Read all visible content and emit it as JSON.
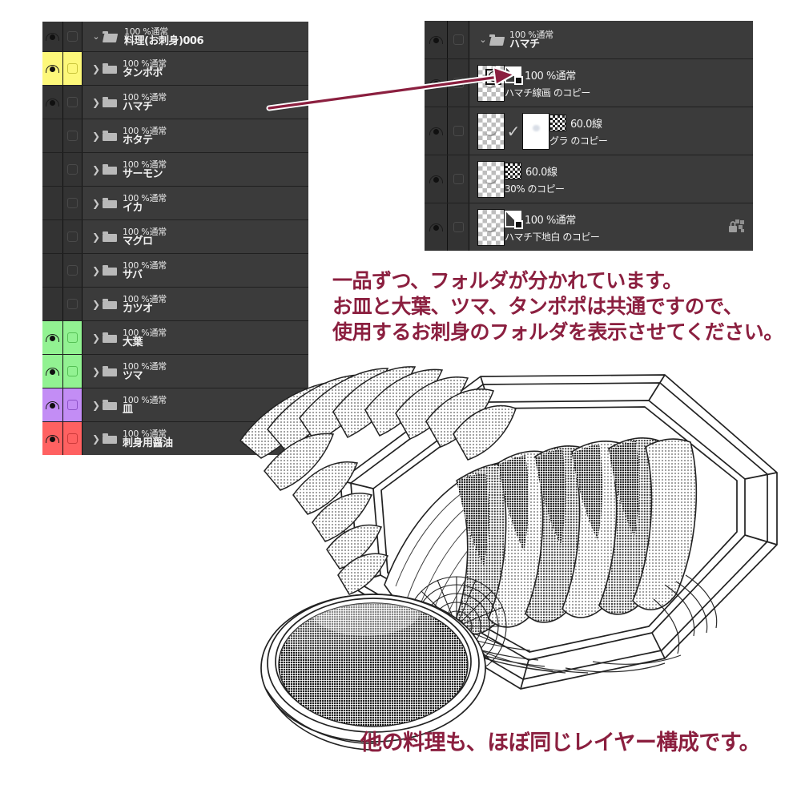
{
  "left_panel": {
    "name": "layer-panel-left",
    "header": {
      "blend": "100 %通常",
      "label": "料理(お刺身)006",
      "twisty": "⌄",
      "visible": true,
      "highlight": null
    },
    "rows": [
      {
        "blend": "100 %通常",
        "label": "タンポポ",
        "visible": true,
        "highlight": "yellow"
      },
      {
        "blend": "100 %通常",
        "label": "ハマチ",
        "visible": true,
        "highlight": null
      },
      {
        "blend": "100 %通常",
        "label": "ホタテ",
        "visible": false,
        "highlight": null
      },
      {
        "blend": "100 %通常",
        "label": "サーモン",
        "visible": false,
        "highlight": null
      },
      {
        "blend": "100 %通常",
        "label": "イカ",
        "visible": false,
        "highlight": null
      },
      {
        "blend": "100 %通常",
        "label": "マグロ",
        "visible": false,
        "highlight": null
      },
      {
        "blend": "100 %通常",
        "label": "サバ",
        "visible": false,
        "highlight": null
      },
      {
        "blend": "100 %通常",
        "label": "カツオ",
        "visible": false,
        "highlight": null
      },
      {
        "blend": "100 %通常",
        "label": "大葉",
        "visible": true,
        "highlight": "green"
      },
      {
        "blend": "100 %通常",
        "label": "ツマ",
        "visible": true,
        "highlight": "green"
      },
      {
        "blend": "100 %通常",
        "label": "皿",
        "visible": true,
        "highlight": "purple"
      },
      {
        "blend": "100 %通常",
        "label": "刺身用醤油",
        "visible": true,
        "highlight": "red"
      }
    ]
  },
  "right_panel": {
    "name": "layer-panel-right",
    "header": {
      "blend": "100 %通常",
      "label": "ハマチ",
      "twisty": "⌄",
      "visible": true
    },
    "rows": [
      {
        "mode": "100 %通常",
        "label": "ハマチ線画 のコピー",
        "visible": true,
        "has_mesh_icon": true,
        "has_blendmode_icon": true,
        "has_tone_icon": false,
        "has_mask": false,
        "has_check": false,
        "has_lock": false
      },
      {
        "mode": "60.0線",
        "label": "グラ のコピー",
        "visible": true,
        "has_mesh_icon": false,
        "has_blendmode_icon": false,
        "has_tone_icon": true,
        "has_mask": true,
        "has_check": true,
        "has_lock": false
      },
      {
        "mode": "60.0線",
        "label": "30% のコピー",
        "visible": true,
        "has_mesh_icon": false,
        "has_blendmode_icon": false,
        "has_tone_icon": true,
        "has_mask": false,
        "has_check": false,
        "has_lock": false
      },
      {
        "mode": "100 %通常",
        "label": "ハマチ下地白 のコピー",
        "visible": true,
        "has_mesh_icon": false,
        "has_blendmode_icon": true,
        "has_tone_icon": false,
        "has_mask": false,
        "has_check": false,
        "has_lock": true
      }
    ]
  },
  "annotations": {
    "block": [
      "一品ずつ、フォルダが分かれています。",
      "お皿と大葉、ツマ、タンポポは共通ですので、",
      "使用するお刺身のフォルダを表示させてください。"
    ],
    "bottom": "他の料理も、ほぼ同じレイヤー構成です。",
    "color": "#8b1f3f"
  },
  "illustration": {
    "name": "sashimi-plate-lineart",
    "caption": "お刺身の盛り合わせと醤油皿の線画"
  },
  "colors": {
    "panel_bg": "#3b3b3b",
    "column_bg": "#333333",
    "row_divider": "#202020",
    "text": "#f0f0f0",
    "highlight_yellow": "#fdf87a",
    "highlight_green": "#92f292",
    "highlight_purple": "#c38df5",
    "highlight_red": "#ff6161",
    "annotation_red": "#8b1f3f"
  }
}
